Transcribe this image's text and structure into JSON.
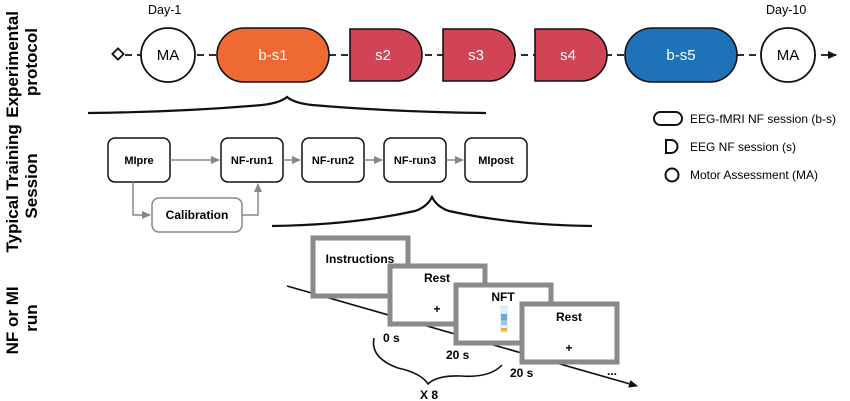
{
  "row_labels": {
    "protocol": [
      "Experimental",
      "protocol"
    ],
    "training": [
      "Typical Training",
      "Session"
    ],
    "run": [
      "NF or MI",
      "run"
    ]
  },
  "protocol": {
    "day_start": "Day-1",
    "day_end": "Day-10",
    "ma_start": "MA",
    "ma_end": "MA",
    "sessions": [
      "b-s1",
      "s2",
      "s3",
      "s4",
      "b-s5"
    ],
    "colors": {
      "bs1": "#ef6a32",
      "s": "#d14455",
      "bs5": "#1d72b8"
    }
  },
  "legend": {
    "items": [
      "EEG-fMRI NF session (b-s)",
      "EEG NF session (s)",
      "Motor Assessment (MA)"
    ]
  },
  "training": {
    "mipre": "MIpre",
    "calibration": "Calibration",
    "nfrun1": "NF-run1",
    "nfrun2": "NF-run2",
    "nfrun3": "NF-run3",
    "mipost": "MIpost"
  },
  "run": {
    "instructions": "Instructions",
    "rest1": "Rest",
    "nft": "NFT",
    "rest2": "Rest",
    "plus1": "+",
    "plus2": "+",
    "t0": "0 s",
    "t20a": "20 s",
    "t20b": "20 s",
    "repeat": "X 8",
    "ellipsis": "..."
  }
}
